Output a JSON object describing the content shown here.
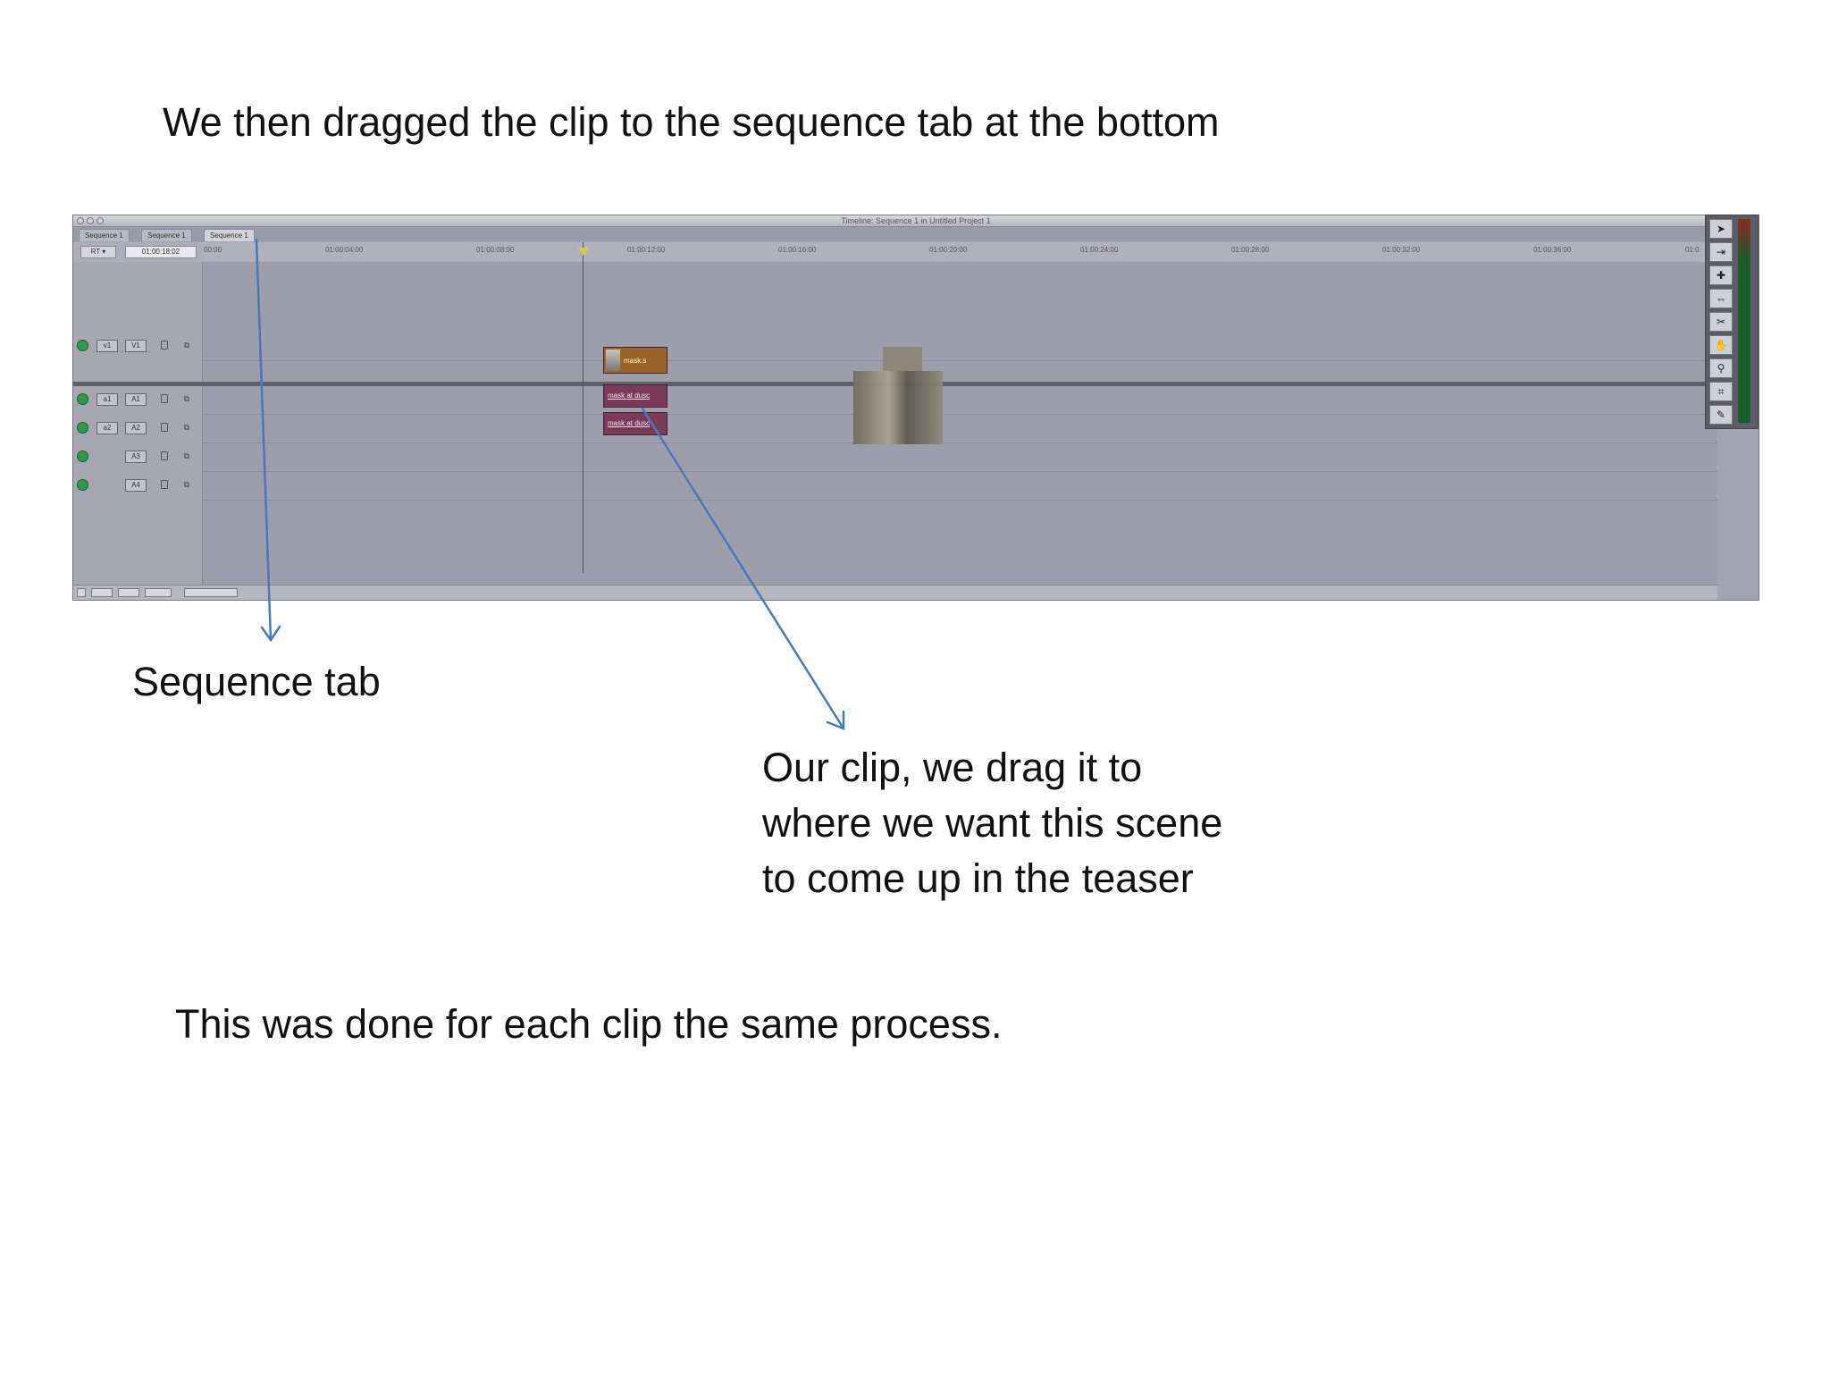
{
  "captions": {
    "top": "We then dragged the clip to the sequence tab at the bottom",
    "sequence_tab": "Sequence tab",
    "clip": "Our clip, we drag it to\nwhere we want this scene\nto come up in the teaser",
    "bottom": "This was done for each clip the same process."
  },
  "timeline": {
    "window_title": "Timeline: Sequence 1 in Untitled Project 1",
    "tabs": [
      "Sequence 1",
      "Sequence 1",
      "Sequence 1"
    ],
    "rt_label": "RT ▾",
    "timecode": "01:00:18:02",
    "ruler_ticks": [
      "00:00",
      "01:00:04:00",
      "01:00:08:00",
      "01:00:12:00",
      "01:00:16:00",
      "01:00:20:00",
      "01:00:24:00",
      "01:00:28:00",
      "01:00:32:00",
      "01:00:36:00",
      "01:0"
    ],
    "tracks": {
      "v1": {
        "source": "v1",
        "dest": "V1"
      },
      "a1": {
        "source": "a1",
        "dest": "A1"
      },
      "a2": {
        "source": "a2",
        "dest": "A2"
      },
      "a3": {
        "source": "",
        "dest": "A3"
      },
      "a4": {
        "source": "",
        "dest": "A4"
      }
    },
    "clips": {
      "video": "mask.s",
      "audio1": "mask at dusc",
      "audio2": "mask at dusc"
    }
  },
  "icons": [
    "window-close-icon",
    "window-minimize-icon",
    "window-zoom-icon",
    "track-toggle-icon",
    "lock-icon",
    "link-icon",
    "arrow-tool-icon",
    "razor-tool-icon",
    "zoom-tool-icon",
    "hand-tool-icon",
    "crop-tool-icon",
    "pen-tool-icon"
  ],
  "colors": {
    "timeline_bg": "#a3a3b1",
    "video_clip": "#9a6428",
    "audio_clip": "#7b3a58",
    "track_toggle": "#2f9b4a",
    "annotation_arrow": "#4a78b8"
  }
}
